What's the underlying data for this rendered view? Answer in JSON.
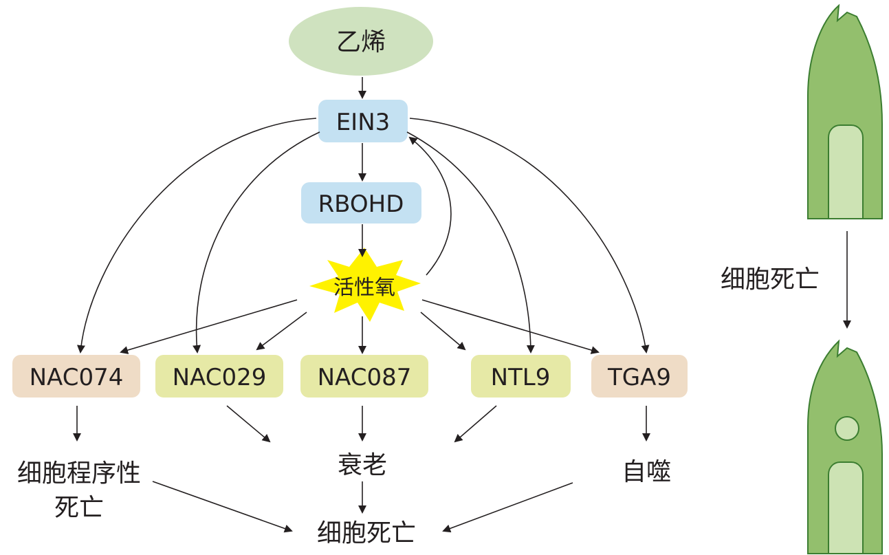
{
  "nodes": {
    "ethylene": "乙烯",
    "ein3": "EIN3",
    "rbohd": "RBOHD",
    "ros": "活性氧",
    "nac074": "NAC074",
    "nac029": "NAC029",
    "nac087": "NAC087",
    "ntl9": "NTL9",
    "tga9": "TGA9",
    "pcd_line1": "细胞程序性",
    "pcd_line2": "死亡",
    "senescence": "衰老",
    "autophagy": "自噬",
    "cell_death": "细胞死亡"
  },
  "side_panel": {
    "arrow_label": "细胞死亡"
  },
  "colors": {
    "ethylene_fill": "#cfe2bf",
    "blue_box": "#c4e1f2",
    "yellow_green_box": "#e6e9a6",
    "tan_box": "#efdcc6",
    "ros_burst": "#fff200",
    "leaf_outer": "#93bf6d",
    "leaf_inner": "#cde3b4",
    "leaf_stroke": "#3b7d30",
    "line": "#231f20"
  },
  "icons": [
    "coleoptile-leaf-icon",
    "coleoptile-leaf-dead-icon"
  ]
}
